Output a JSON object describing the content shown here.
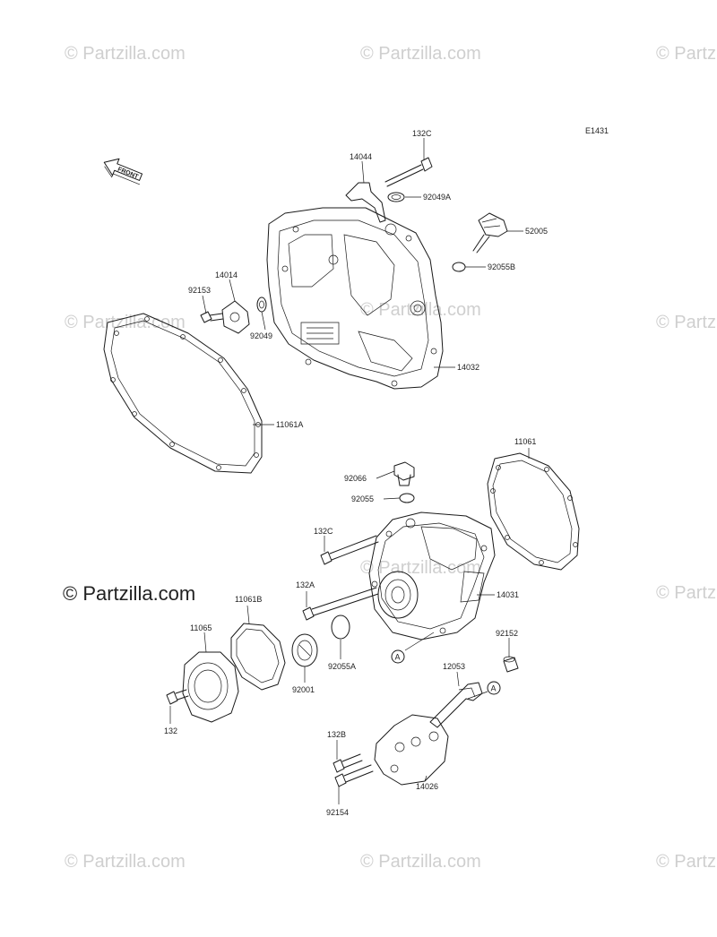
{
  "diagram_code": "E1431",
  "front_label": "FRONT",
  "main_watermark": "© Partzilla.com",
  "watermark_text": "© Partzilla.com",
  "callouts": {
    "p132C_top": "132C",
    "p14044": "14044",
    "p92049A": "92049A",
    "p52005": "52005",
    "p92055B": "92055B",
    "p14014": "14014",
    "p92153": "92153",
    "p92049": "92049",
    "p14032": "14032",
    "p11061A": "11061A",
    "p11061": "11061",
    "p92066": "92066",
    "p92055": "92055",
    "p132C_mid": "132C",
    "p132A": "132A",
    "p14031": "14031",
    "p11061B": "11061B",
    "p11065": "11065",
    "p92055A": "92055A",
    "p92001": "92001",
    "p132": "132",
    "p92152": "92152",
    "p12053": "12053",
    "p132B": "132B",
    "p14026": "14026",
    "p92154": "92154",
    "refA_1": "A",
    "refA_2": "A"
  }
}
